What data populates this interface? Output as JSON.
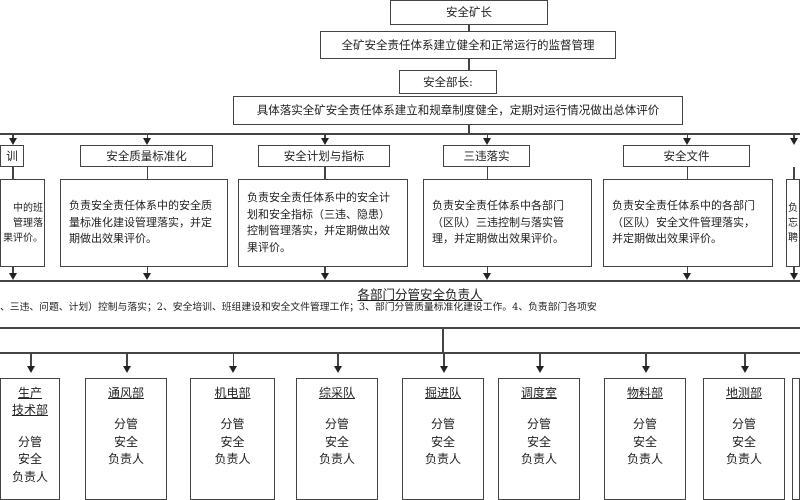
{
  "top": {
    "mine_director": "安全矿长",
    "mine_director_duty": "全矿安全责任体系建立健全和正常运行的监督管理",
    "safety_minister": "安全部长:",
    "safety_minister_duty": "具体落实全矿安全责任体系建立和规章制度健全，定期对运行情况做出总体评价"
  },
  "functions": [
    {
      "title": "训",
      "body": "中的班\n管理落\n果评价。"
    },
    {
      "title": "安全质量标准化",
      "body": "负责安全责任体系中的安全质量标准化建设管理落实，并定期做出效果评价。"
    },
    {
      "title": "安全计划与指标",
      "body": "负责安全责任体系中的安全计划和安全指标（三违、隐患）控制管理落实，并定期做出效果评价。"
    },
    {
      "title": "三违落实",
      "body": "负责安全责任体系中各部门（区队）三违控制与落实管理，并定期做出效果评价。"
    },
    {
      "title": "安全文件",
      "body": "负责安全责任体系中的各部门（区队）安全文件管理落实，并定期做出效果评价。"
    },
    {
      "title": "",
      "body": "负\n忘\n聘"
    }
  ],
  "dept_heads": {
    "title": "各部门分管安全负责人",
    "duty": "、三违、问题、计划）控制与落实；2、安全培训、班组建设和安全文件管理工作；3、部门分管质量标准化建设工作。4、负责部门各项安"
  },
  "departments": [
    {
      "name": "生产\n技术部",
      "role": "分管\n安全\n负责人"
    },
    {
      "name": "通风部",
      "role": "分管\n安全\n负责人"
    },
    {
      "name": "机电部",
      "role": "分管\n安全\n负责人"
    },
    {
      "name": "综采队",
      "role": "分管\n安全\n负责人"
    },
    {
      "name": "掘进队",
      "role": "分管\n安全\n负责人"
    },
    {
      "name": "调度室",
      "role": "分管\n安全\n负责人"
    },
    {
      "name": "物料部",
      "role": "分管\n安全\n负责人"
    },
    {
      "name": "地测部",
      "role": "分管\n安全\n负责人"
    }
  ]
}
